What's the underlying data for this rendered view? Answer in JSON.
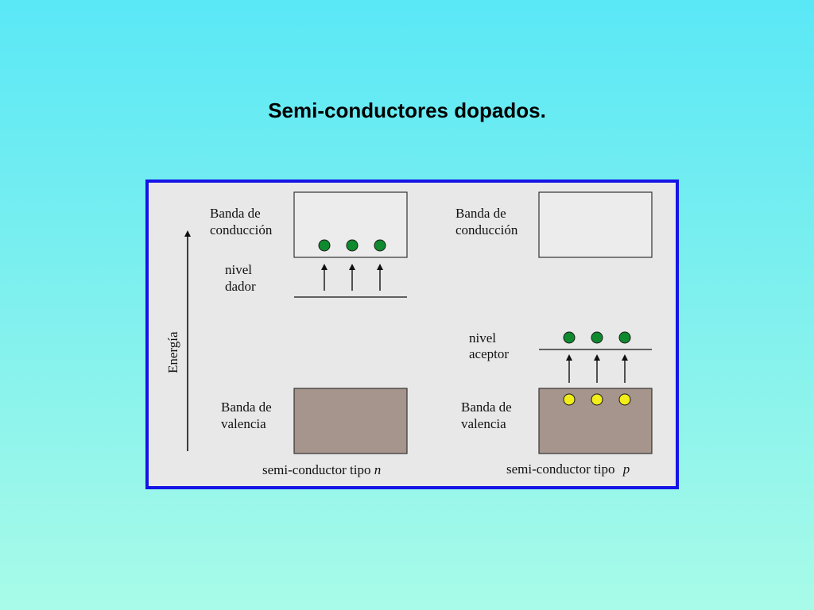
{
  "slide": {
    "title": "Semi-conductores dopados."
  },
  "diagram": {
    "energy_axis_label": "Energía",
    "n_type": {
      "conduction_band_line1": "Banda de",
      "conduction_band_line2": "conducción",
      "level_line1": "nivel",
      "level_line2": "dador",
      "valence_band_line1": "Banda de",
      "valence_band_line2": "valencia",
      "caption_prefix": "semi-conductor tipo ",
      "caption_type": "n",
      "electron_count": 3
    },
    "p_type": {
      "conduction_band_line1": "Banda de",
      "conduction_band_line2": "conducción",
      "level_line1": "nivel",
      "level_line2": "aceptor",
      "valence_band_line1": "Banda de",
      "valence_band_line2": "valencia",
      "caption_prefix": "semi-conductor tipo ",
      "caption_type": "p",
      "electron_count": 3,
      "hole_count": 3
    },
    "colors": {
      "electron": "#0f8a2e",
      "hole": "#f2ee1a",
      "valence_band_fill": "#a5958c",
      "conduction_band_fill": "#ececec",
      "frame_border": "#1414e6"
    }
  }
}
